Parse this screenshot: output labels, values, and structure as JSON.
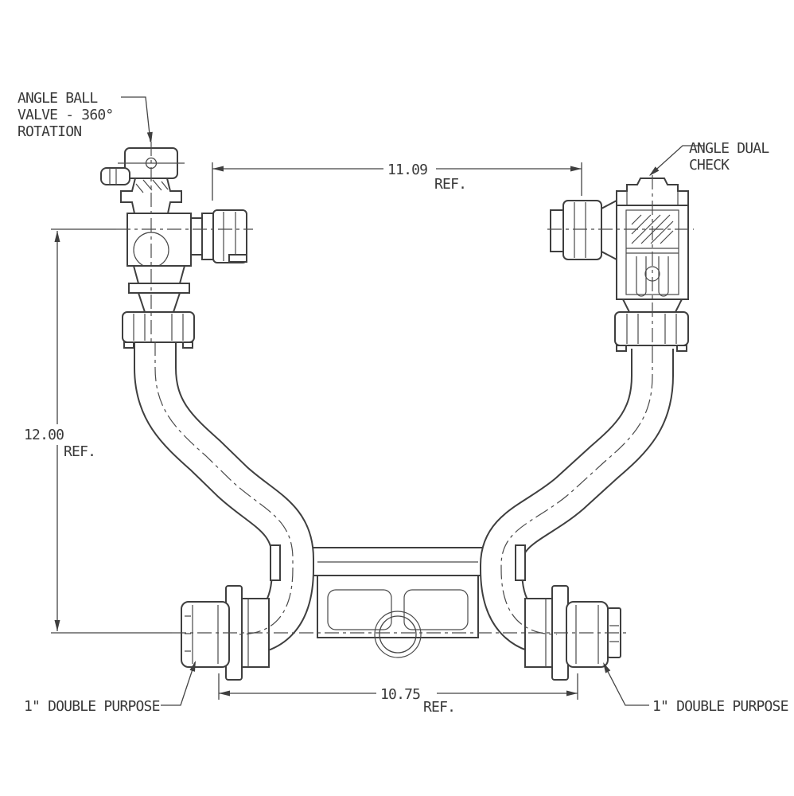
{
  "drawing": {
    "type": "technical-diagram",
    "subject": "water meter setter assembly",
    "labels": {
      "ball_valve_line1": "ANGLE BALL",
      "ball_valve_line2": "VALVE - 360°",
      "ball_valve_line3": "ROTATION",
      "dual_check_line1": "ANGLE DUAL",
      "dual_check_line2": "CHECK",
      "left_connection": "1\" DOUBLE PURPOSE",
      "right_connection": "1\" DOUBLE PURPOSE"
    },
    "dimensions": {
      "top_width": {
        "value": "11.09",
        "ref": "REF."
      },
      "left_height": {
        "value": "12.00",
        "ref": "REF."
      },
      "bottom_width": {
        "value": "10.75",
        "ref": "REF."
      }
    },
    "colors": {
      "line": "#3f3f3f",
      "background": "#ffffff"
    }
  }
}
